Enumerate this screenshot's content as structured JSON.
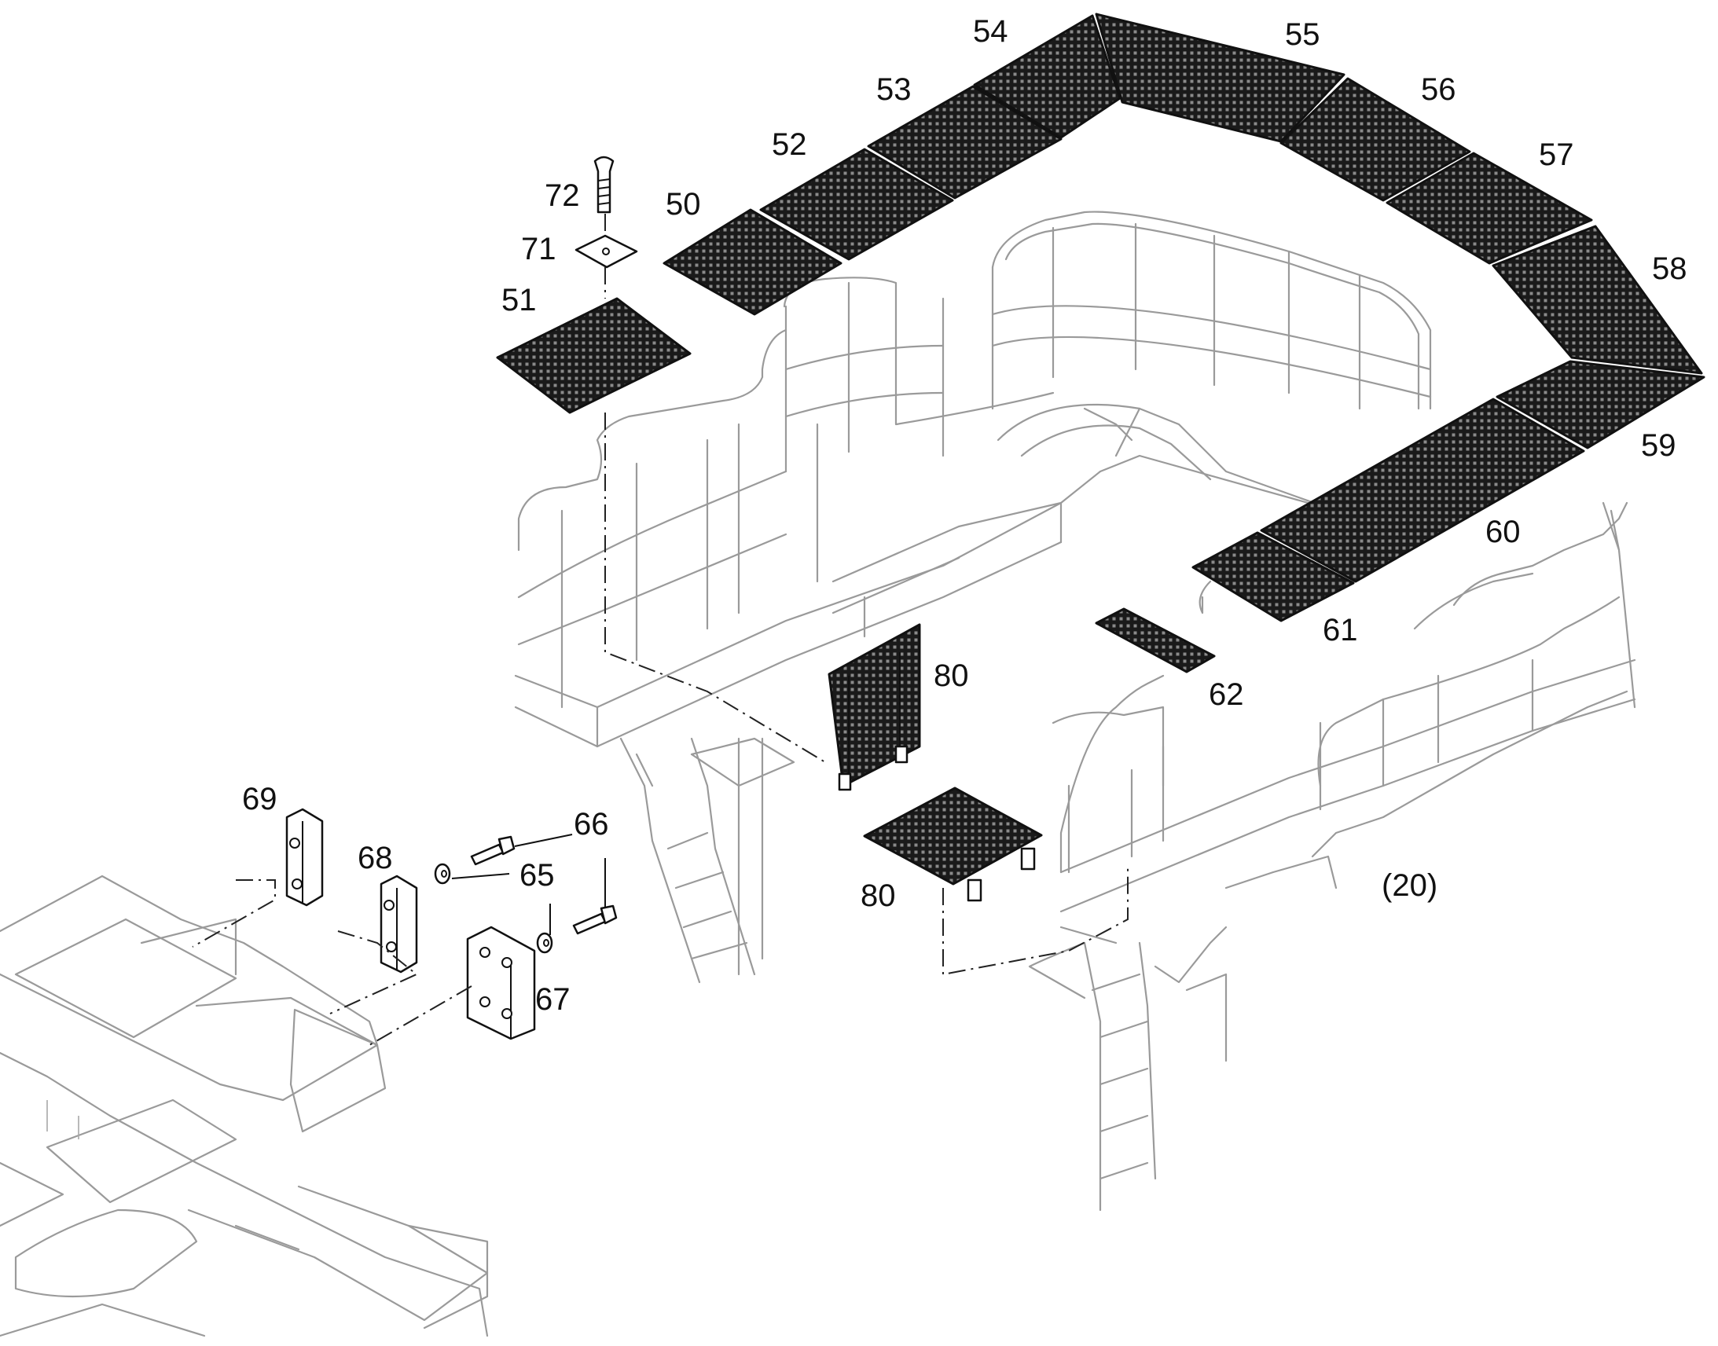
{
  "callouts": {
    "c50": "50",
    "c51": "51",
    "c52": "52",
    "c53": "53",
    "c54": "54",
    "c55": "55",
    "c56": "56",
    "c57": "57",
    "c58": "58",
    "c59": "59",
    "c60": "60",
    "c61": "61",
    "c62": "62",
    "c65": "65",
    "c66": "66",
    "c67": "67",
    "c68": "68",
    "c69": "69",
    "c71": "71",
    "c72": "72",
    "c80a": "80",
    "c80b": "80",
    "c20": "(20)"
  },
  "colors": {
    "grating": "#111111",
    "frame_line": "#9a9a9a",
    "text": "#111111",
    "background": "#ffffff"
  },
  "icons": {
    "grating_panel": "grating-panel-icon",
    "bolt": "bolt-icon",
    "washer": "washer-icon",
    "plate": "mounting-plate-icon"
  }
}
